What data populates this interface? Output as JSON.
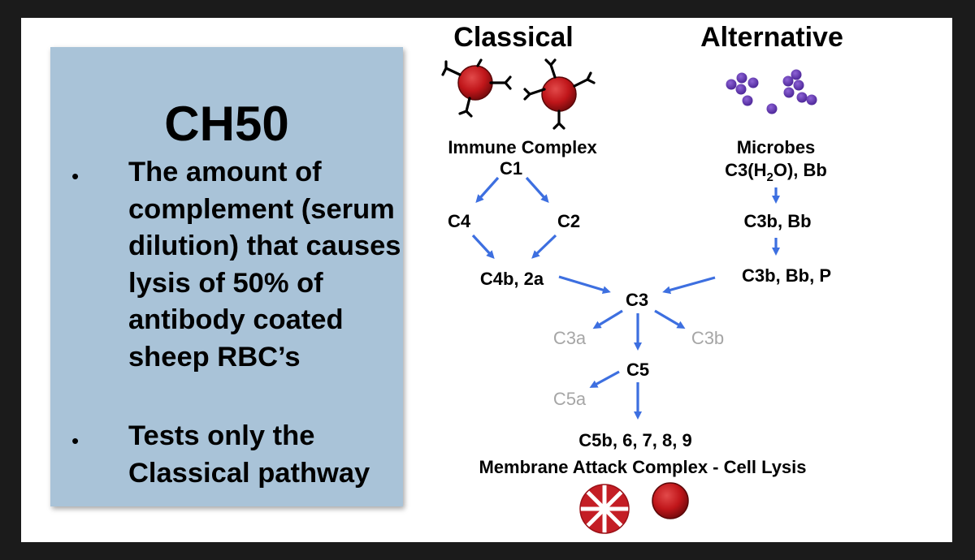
{
  "panel": {
    "title": "CH50",
    "bullets": [
      "The amount of complement (serum dilution) that causes lysis of 50% of antibody coated sheep RBC’s",
      "Tests only the Classical pathway"
    ],
    "bullet_marker": "•"
  },
  "diagram": {
    "classical_header": "Classical",
    "alternative_header": "Alternative",
    "immune_complex": "Immune Complex",
    "c1": "C1",
    "c4": "C4",
    "c2": "C2",
    "c4b2a": "C4b, 2a",
    "microbes": "Microbes",
    "c3h2o_prefix": "C3(H",
    "c3h2o_sub": "2",
    "c3h2o_suffix": "O), Bb",
    "c3b_bb": "C3b, Bb",
    "c3b_bb_p": "C3b, Bb, P",
    "c3": "C3",
    "c3a": "C3a",
    "c3b": "C3b",
    "c5": "C5",
    "c5a": "C5a",
    "c5b_9": "C5b, 6, 7, 8, 9",
    "mac": "Membrane Attack Complex - Cell Lysis"
  },
  "colors": {
    "panel_bg": "#a9c3d8",
    "arrow": "#3d6fe0",
    "rbc": "#c0161a",
    "microbe": "#6a3bb3",
    "byproduct_text": "#a6a6a6"
  }
}
